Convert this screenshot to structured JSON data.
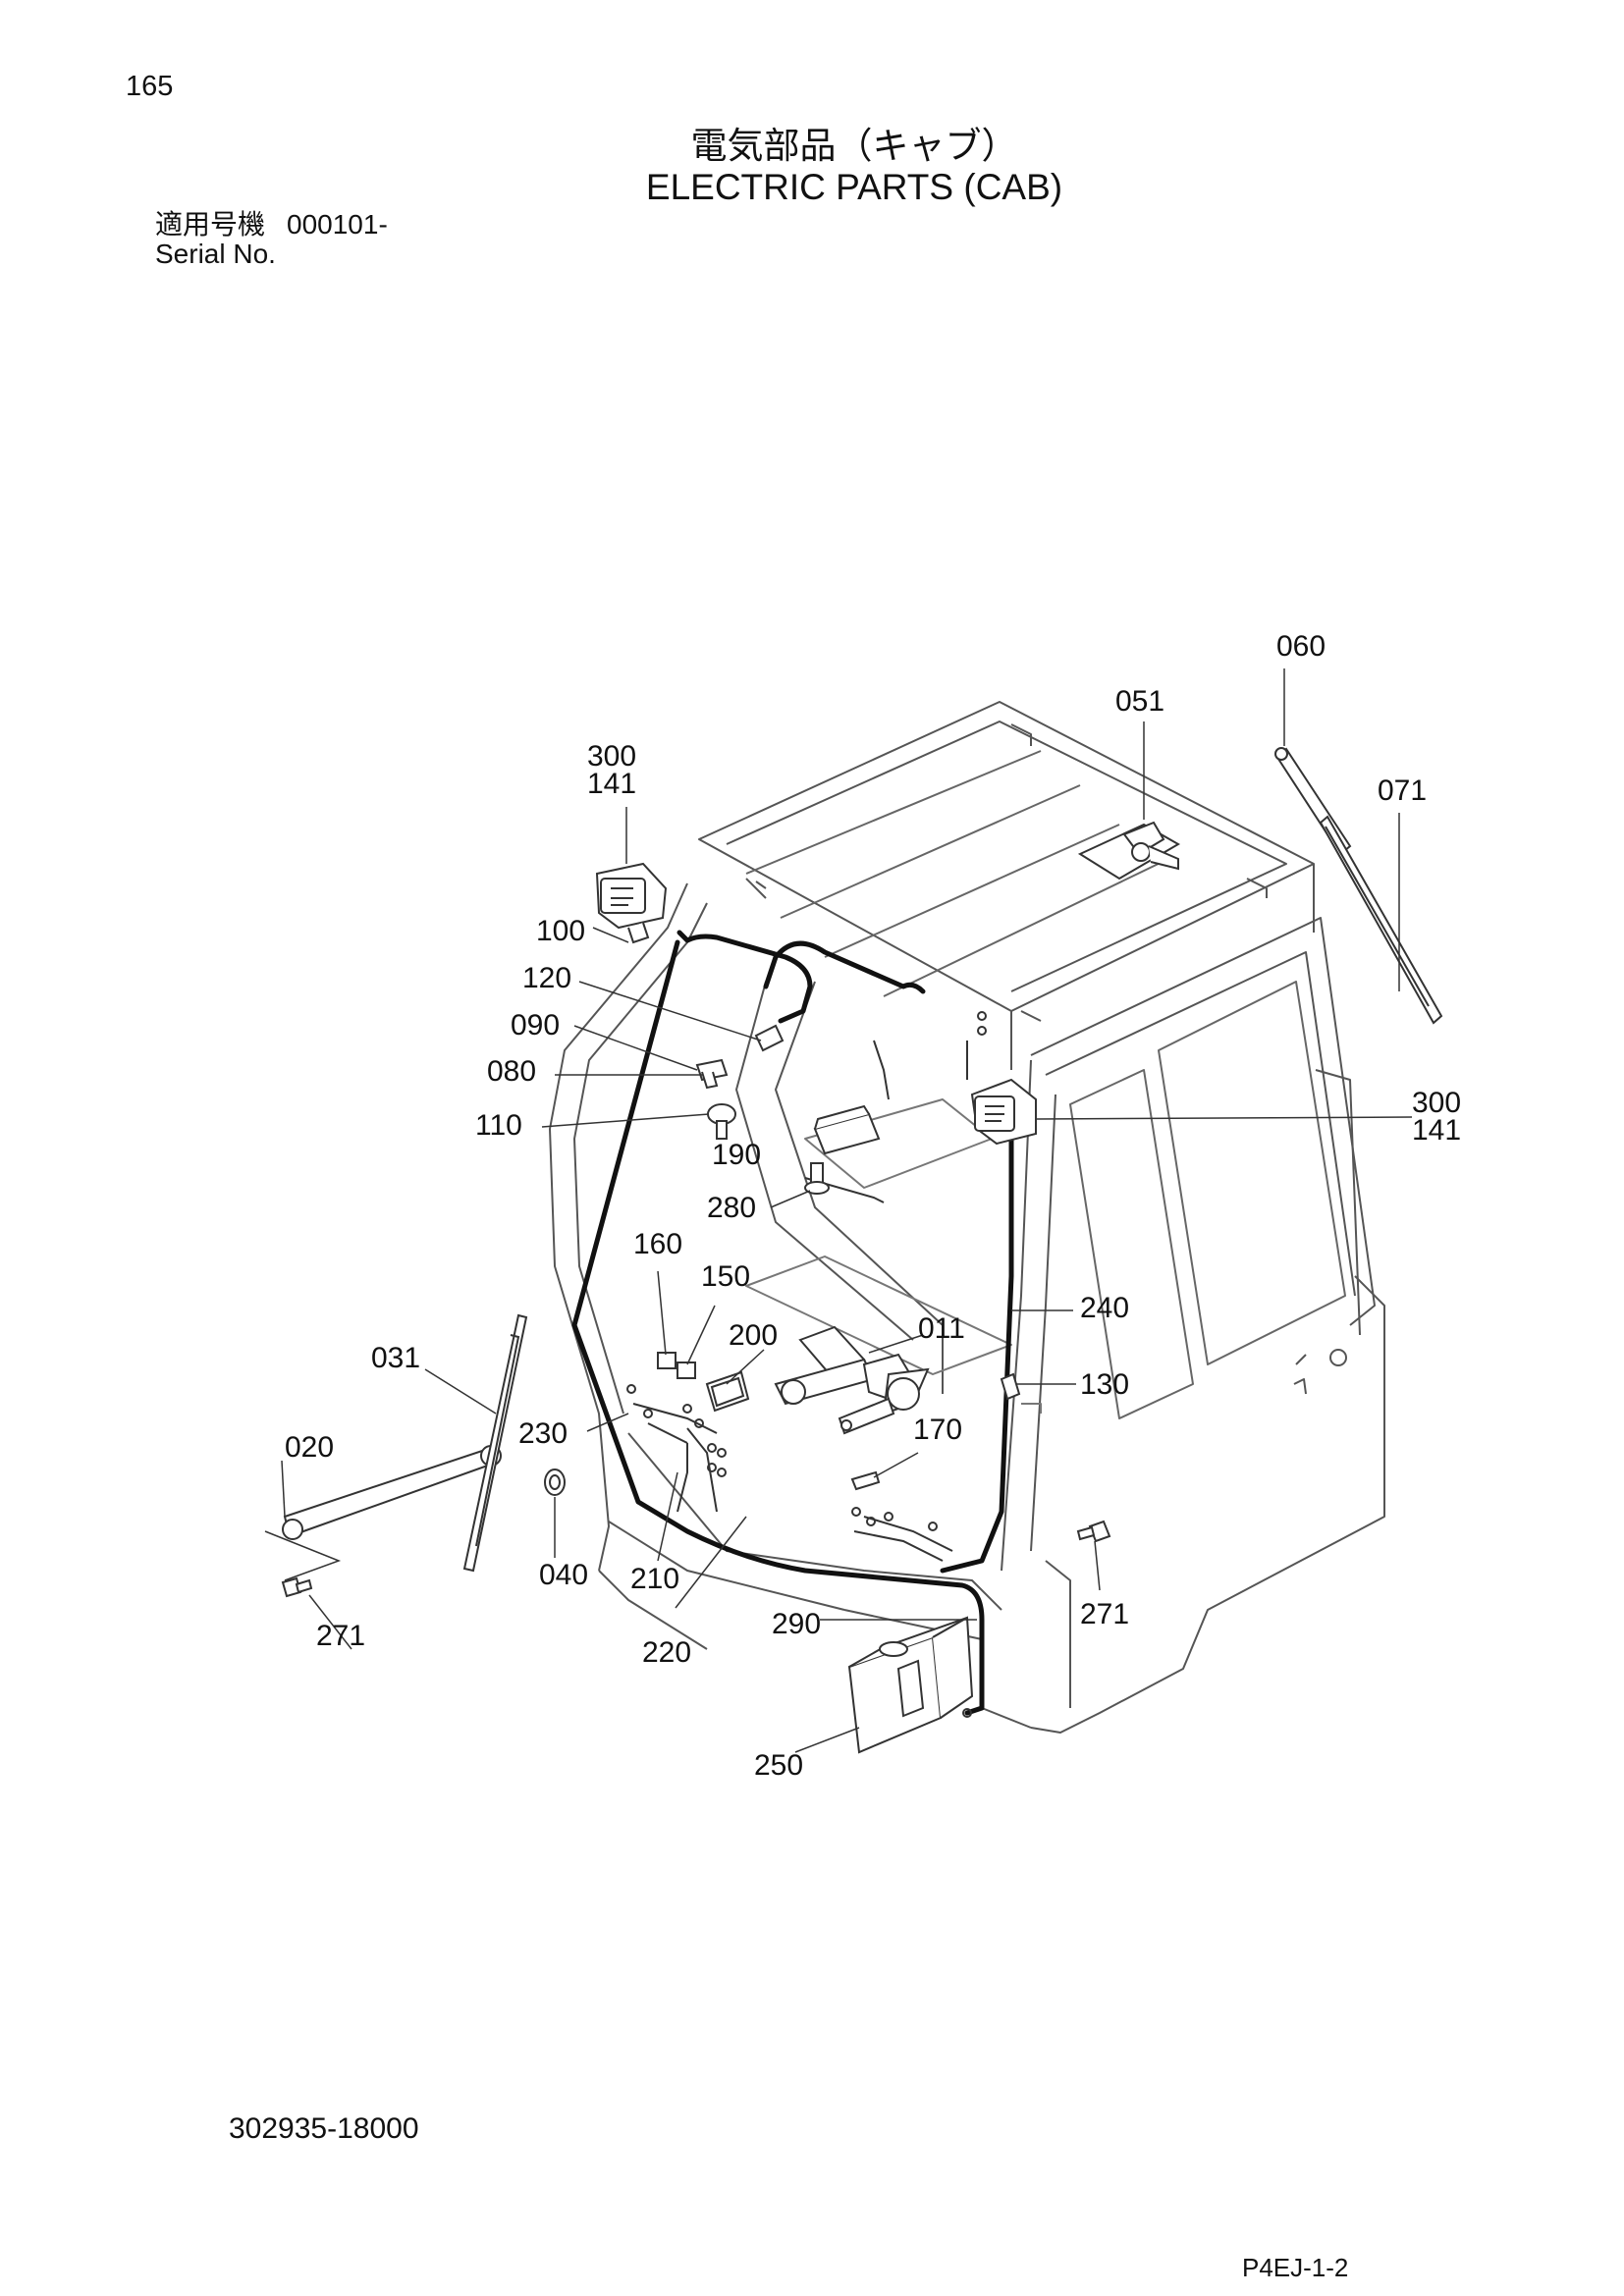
{
  "header": {
    "page_number": "165",
    "title_jp": "電気部品（キャブ）",
    "title_en": "ELECTRIC PARTS (CAB)",
    "serial_label_jp": "適用号機",
    "serial_value": "000101-",
    "serial_label_en": "Serial No."
  },
  "callouts": {
    "c060": "060",
    "c051": "051",
    "c071": "071",
    "c300a": "300",
    "c141a": "141",
    "c100": "100",
    "c120": "120",
    "c090": "090",
    "c080": "080",
    "c110": "110",
    "c190": "190",
    "c300b": "300",
    "c141b": "141",
    "c280": "280",
    "c160": "160",
    "c150": "150",
    "c200": "200",
    "c011": "011",
    "c240": "240",
    "c130": "130",
    "c031": "031",
    "c230": "230",
    "c170": "170",
    "c020": "020",
    "c040": "040",
    "c210": "210",
    "c271a": "271",
    "c271b": "271",
    "c290": "290",
    "c220": "220",
    "c250": "250"
  },
  "footer": {
    "drawing_code": "302935-18000",
    "page_ref": "P4EJ-1-2"
  }
}
